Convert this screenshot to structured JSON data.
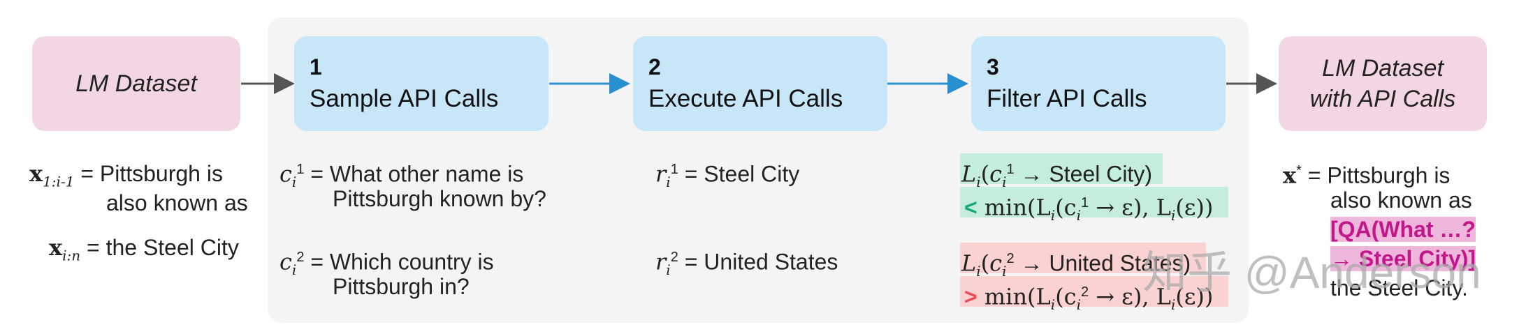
{
  "boxes": {
    "lm_dataset": "LM Dataset",
    "lm_dataset_api_line1": "LM Dataset",
    "lm_dataset_api_line2": "with API Calls"
  },
  "steps": [
    {
      "num": "1",
      "title": "Sample API Calls"
    },
    {
      "num": "2",
      "title": "Execute API Calls"
    },
    {
      "num": "3",
      "title": "Filter API Calls"
    }
  ],
  "left": {
    "x1_label": "x",
    "x1_sub": "1:i-1",
    "x1_eq": "=",
    "x1_line1": "Pittsburgh is",
    "x1_line2": "also known as",
    "x2_label": "x",
    "x2_sub": "i:n",
    "x2_eq": "=",
    "x2_text": "the Steel City"
  },
  "sample": {
    "c1_label": "c",
    "c1_sub": "i",
    "c1_sup": "1",
    "c1_eq": "=",
    "c1_line1": "What other name is",
    "c1_line2": "Pittsburgh known by?",
    "c2_label": "c",
    "c2_sub": "i",
    "c2_sup": "2",
    "c2_eq": "=",
    "c2_line1": "Which country is",
    "c2_line2": "Pittsburgh in?"
  },
  "execute": {
    "r1_label": "r",
    "r1_sub": "i",
    "r1_sup": "1",
    "r1_eq": "=",
    "r1_text": "Steel City",
    "r2_label": "r",
    "r2_sub": "i",
    "r2_sup": "2",
    "r2_eq": "=",
    "r2_text": "United States"
  },
  "filter": {
    "row1_line1_L": "L",
    "row1_line1_sub": "i",
    "row1_line1_paren": "(",
    "row1_line1_c": "c",
    "row1_line1_csub": "i",
    "row1_line1_csup": "1",
    "row1_line1_rest": " → Steel City)",
    "row1_line2_op": "<",
    "row1_line2_text": " min(L",
    "row1_line2_sub1": "i",
    "row1_line2_mid": "(c",
    "row1_line2_csub": "i",
    "row1_line2_csup": "1",
    "row1_line2_end1": " → ε), L",
    "row1_line2_sub2": "i",
    "row1_line2_end2": "(ε))",
    "row2_line1_L": "L",
    "row2_line1_sub": "i",
    "row2_line1_paren": "(",
    "row2_line1_c": "c",
    "row2_line1_csub": "i",
    "row2_line1_csup": "2",
    "row2_line1_rest": " → United States)",
    "row2_line2_op": ">",
    "row2_line2_text": " min(L",
    "row2_line2_sub1": "i",
    "row2_line2_mid": "(c",
    "row2_line2_csub": "i",
    "row2_line2_csup": "2",
    "row2_line2_end1": " → ε), L",
    "row2_line2_sub2": "i",
    "row2_line2_end2": "(ε))"
  },
  "right": {
    "x_label": "x",
    "x_sup": "*",
    "x_eq": "=",
    "line1": "Pittsburgh is",
    "line2": "also known as",
    "call_line1": "[QA(What …?",
    "call_line2": "→ Steel City)]",
    "line5": "the Steel City."
  },
  "watermark": "知乎 @Anderson",
  "colors": {
    "pink_box": "#f2d6e4",
    "blue_box": "#c7e6f7",
    "panel": "#f4f4f4",
    "arrow_blue": "#2a8fd1",
    "arrow_gray": "#555555",
    "green_highlight": "#c4eedb",
    "red_highlight": "#fbd2d2",
    "api_call_text": "#c2178a"
  }
}
